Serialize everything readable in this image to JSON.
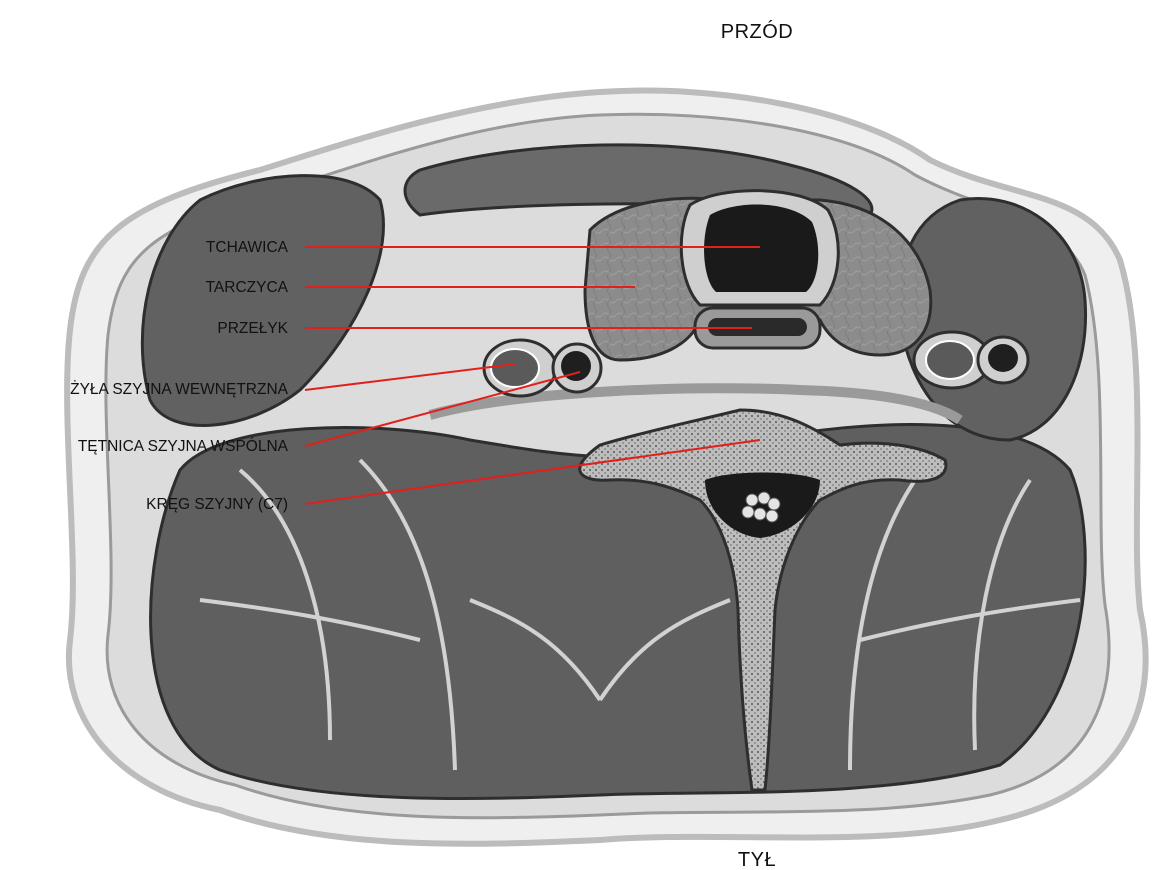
{
  "orientation": {
    "top": "PRZÓD",
    "bottom": "TYŁ"
  },
  "labels": [
    {
      "id": "trachea",
      "text": "TCHAWICA"
    },
    {
      "id": "thyroid",
      "text": "TARCZYCA"
    },
    {
      "id": "esophagus",
      "text": "PRZEŁYK"
    },
    {
      "id": "jugular-vein",
      "text": "ŻYŁA SZYJNA WEWNĘTRZNA"
    },
    {
      "id": "carotid-artery",
      "text": "TĘTNICA SZYJNA WSPÓLNA"
    },
    {
      "id": "vertebra",
      "text": "KRĘG SZYJNY (C7)"
    }
  ],
  "colors": {
    "leader": "#e0201c",
    "muscle": "#5f5f5f",
    "fascia": "#c9c9c9",
    "skin": "#e8e8e8",
    "bone": "#c8c8c8",
    "lumen": "#1a1a1a"
  }
}
